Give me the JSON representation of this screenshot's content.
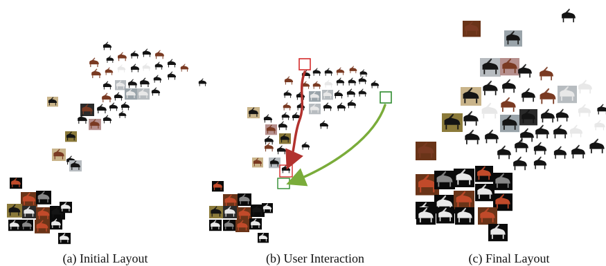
{
  "figure": {
    "captions": {
      "initial": "(a) Initial Layout",
      "interaction": "(b) User Interaction",
      "final": "(c) Final Layout"
    }
  },
  "colors": {
    "red_marker": "#d42a2a",
    "red_arrow": "#b2322e",
    "green_marker": "#2e8b2e",
    "green_arrow": "#7aac3a",
    "piano_black": "#141414",
    "piano_brown": "#7a3a22",
    "piano_white": "#e8e8e8"
  }
}
